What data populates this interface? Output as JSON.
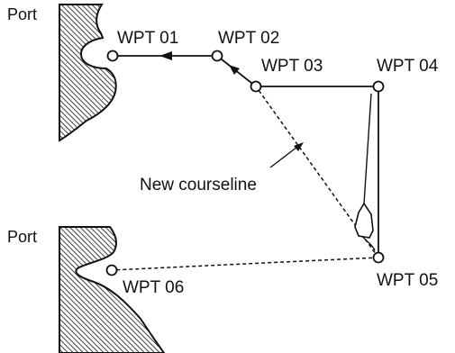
{
  "labels": {
    "port_top": "Port",
    "port_bottom": "Port",
    "wpt01": "WPT 01",
    "wpt02": "WPT 02",
    "wpt03": "WPT 03",
    "wpt04": "WPT 04",
    "wpt05": "WPT 05",
    "wpt06": "WPT 06",
    "new_courseline": "New courseline"
  },
  "colors": {
    "line": "#111111",
    "background": "#ffffff"
  }
}
